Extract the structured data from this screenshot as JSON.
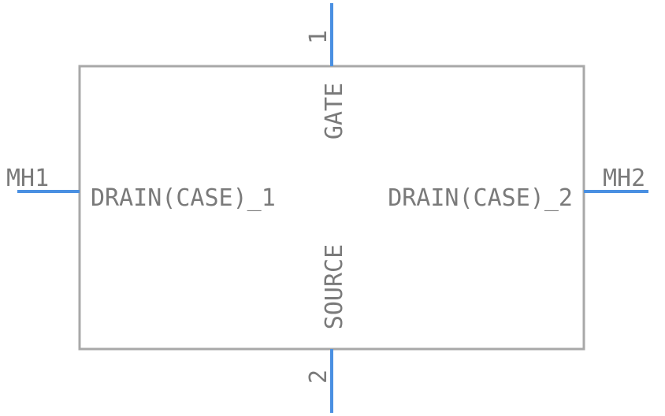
{
  "component": {
    "pins": {
      "gate": {
        "number": "1",
        "name": "GATE"
      },
      "source": {
        "number": "2",
        "name": "SOURCE"
      },
      "mh1": {
        "name": "MH1",
        "inner_label": "DRAIN(CASE)_1"
      },
      "mh2": {
        "name": "MH2",
        "inner_label": "DRAIN(CASE)_2"
      }
    }
  },
  "colors": {
    "pin": "#4a90e2",
    "outline": "#a8a8a8",
    "text": "#7a7a7a",
    "background": "#ffffff"
  }
}
